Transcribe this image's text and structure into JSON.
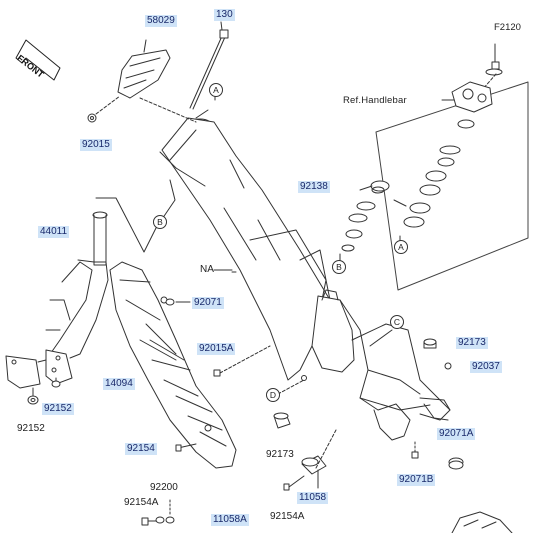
{
  "figure_code": "F2120",
  "front_label": "FRONT",
  "reference_label": "Ref.Handlebar",
  "na_label": "NA",
  "callout_letters": {
    "a1": "A",
    "a2": "A",
    "b1": "B",
    "b2": "B",
    "c1": "C",
    "d1": "D"
  },
  "parts": {
    "p58029": "58029",
    "p130": "130",
    "p92015": "92015",
    "p92138": "92138",
    "p44011": "44011",
    "p92071": "92071",
    "p92015A": "92015A",
    "p92173a": "92173",
    "p92037": "92037",
    "p14094": "14094",
    "p92152a": "92152",
    "p92152b": "92152",
    "p92154": "92154",
    "p92173b": "92173",
    "p92071A": "92071A",
    "p92071B": "92071B",
    "p11058": "11058",
    "p92154A_a": "92154A",
    "p92154A_b": "92154A",
    "p92200": "92200",
    "p11058A": "11058A"
  },
  "colors": {
    "highlight": "#cfe3f7",
    "line": "#333333"
  }
}
